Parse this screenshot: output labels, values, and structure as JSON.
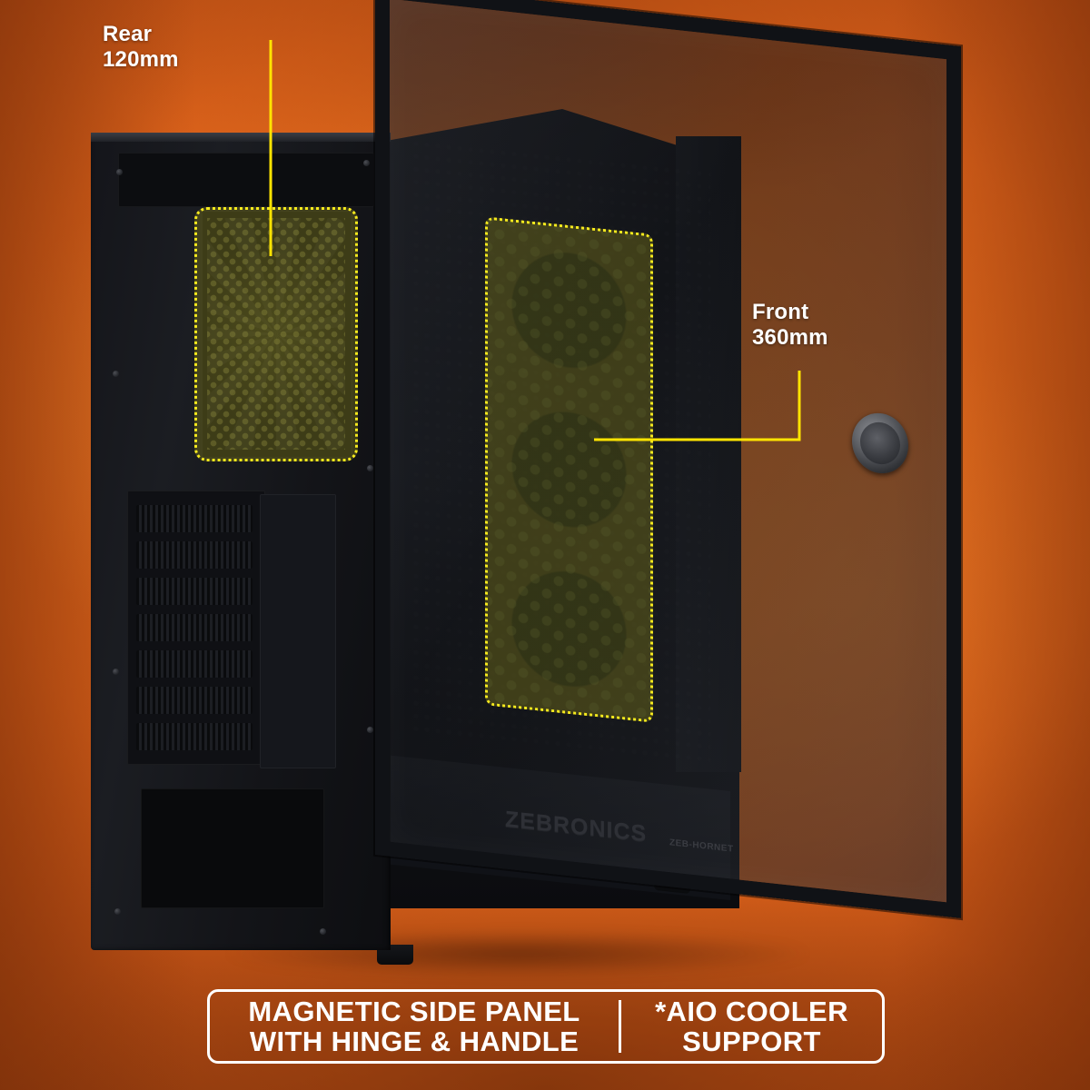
{
  "meta": {
    "product": "ZEBRONICS Hornet PC Cabinet",
    "background_color": "#e9701f",
    "highlight_color": "#f6ea1e",
    "highlight_fill": "#7c781a",
    "leader_line_color": "#ffe400",
    "text_color": "#ffffff"
  },
  "callouts": [
    {
      "id": "rear",
      "label": "Rear\n120mm",
      "position_label": "Rear",
      "size": "120mm"
    },
    {
      "id": "front",
      "label": "Front\n360mm",
      "position_label": "Front",
      "size": "360mm"
    }
  ],
  "caption": {
    "left": "Magnetic side panel\nwith hinge & handle",
    "right": "*AIO Cooler\nSupport",
    "divider": true
  },
  "branding": {
    "logo_text": "ZEBRONICS",
    "model_text": "ZEB-HORNET"
  },
  "icons": {
    "handle": "door-handle-knob",
    "fan_rear": "rear-fan-mesh",
    "fan_front": "front-radiator-zone"
  }
}
